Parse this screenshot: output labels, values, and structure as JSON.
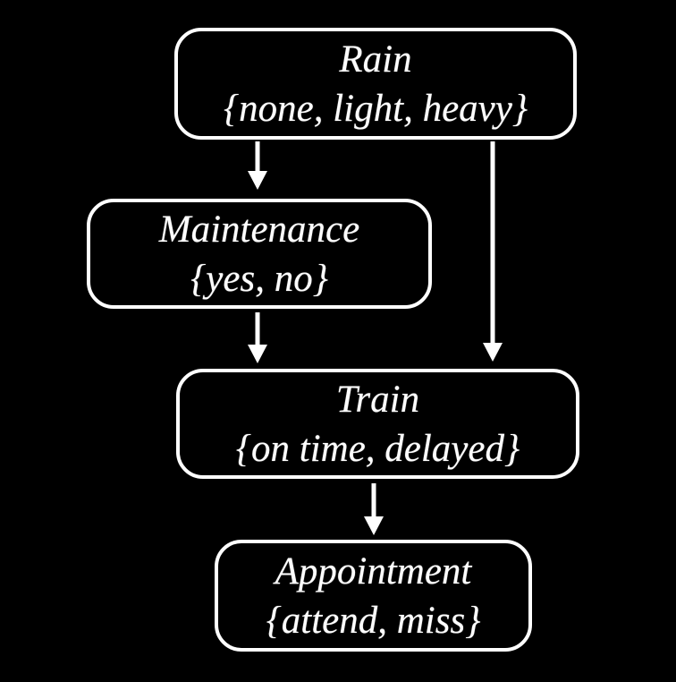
{
  "diagram": {
    "background_color": "#000000",
    "node_border_color": "#ffffff",
    "text_color": "#ffffff",
    "arrow_color": "#ffffff",
    "nodes": [
      {
        "id": "rain",
        "name": "Rain",
        "values": "{none, light, heavy}"
      },
      {
        "id": "maintenance",
        "name": "Maintenance",
        "values": "{yes, no}"
      },
      {
        "id": "train",
        "name": "Train",
        "values": "{on time, delayed}"
      },
      {
        "id": "appointment",
        "name": "Appointment",
        "values": "{attend, miss}"
      }
    ],
    "edges": [
      {
        "from": "Rain",
        "to": "Maintenance"
      },
      {
        "from": "Rain",
        "to": "Train"
      },
      {
        "from": "Maintenance",
        "to": "Train"
      },
      {
        "from": "Train",
        "to": "Appointment"
      }
    ]
  }
}
